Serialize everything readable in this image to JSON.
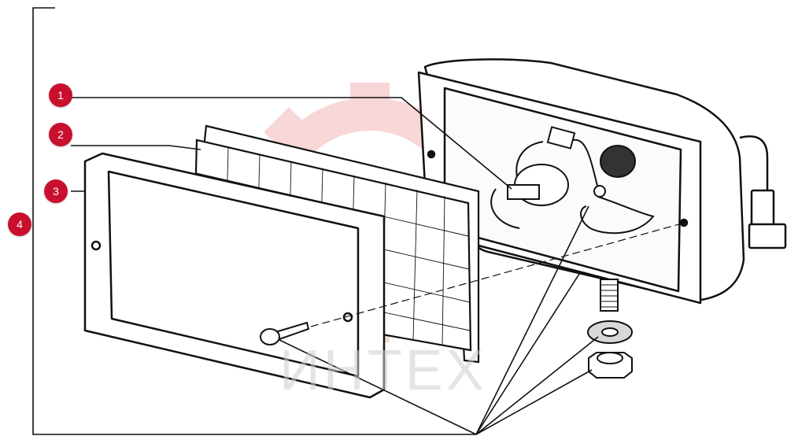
{
  "callouts": [
    {
      "label": "1"
    },
    {
      "label": "2"
    },
    {
      "label": "3"
    },
    {
      "label": "4"
    }
  ],
  "watermark": {
    "text": "ИНТЕХ"
  },
  "colors": {
    "callout": "#c8102e",
    "line": "#111111",
    "watermark_gear": "#f2b8b8"
  },
  "icons": {
    "callout_shape": "red-circle-marker",
    "watermark_logo": "gear-logo"
  }
}
